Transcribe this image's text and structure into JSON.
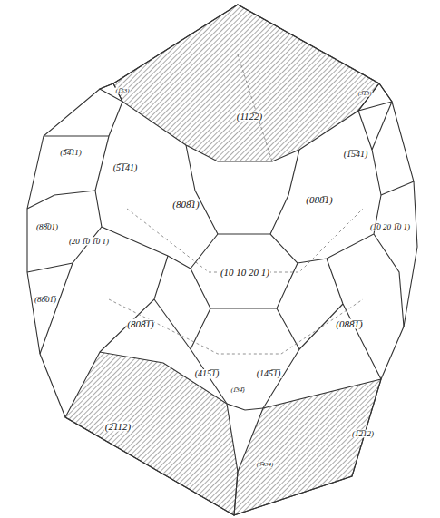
{
  "diagram": {
    "labels": [
      "(112̅2)",
      "(1̅53)",
      "(3̅1̅3)",
      "(5̅4̅11)",
      "(5̅1̅41)",
      "(1̅5̅41)",
      "(88̅01)",
      "(88̅01̅)",
      "(20 1̅0 1̅0 1)",
      "(808̅1)",
      "(088̅1)",
      "(10 10 2̅0 1̅)",
      "(1̅0 20 1̅0 1)",
      "(808̅1̅)",
      "(088̅1̅)",
      "(415̅1̅)",
      "(145̅1̅)",
      "(1̅34̅)",
      "(2̅112)",
      "(1̅2̅12)",
      "(3̅434)"
    ]
  }
}
